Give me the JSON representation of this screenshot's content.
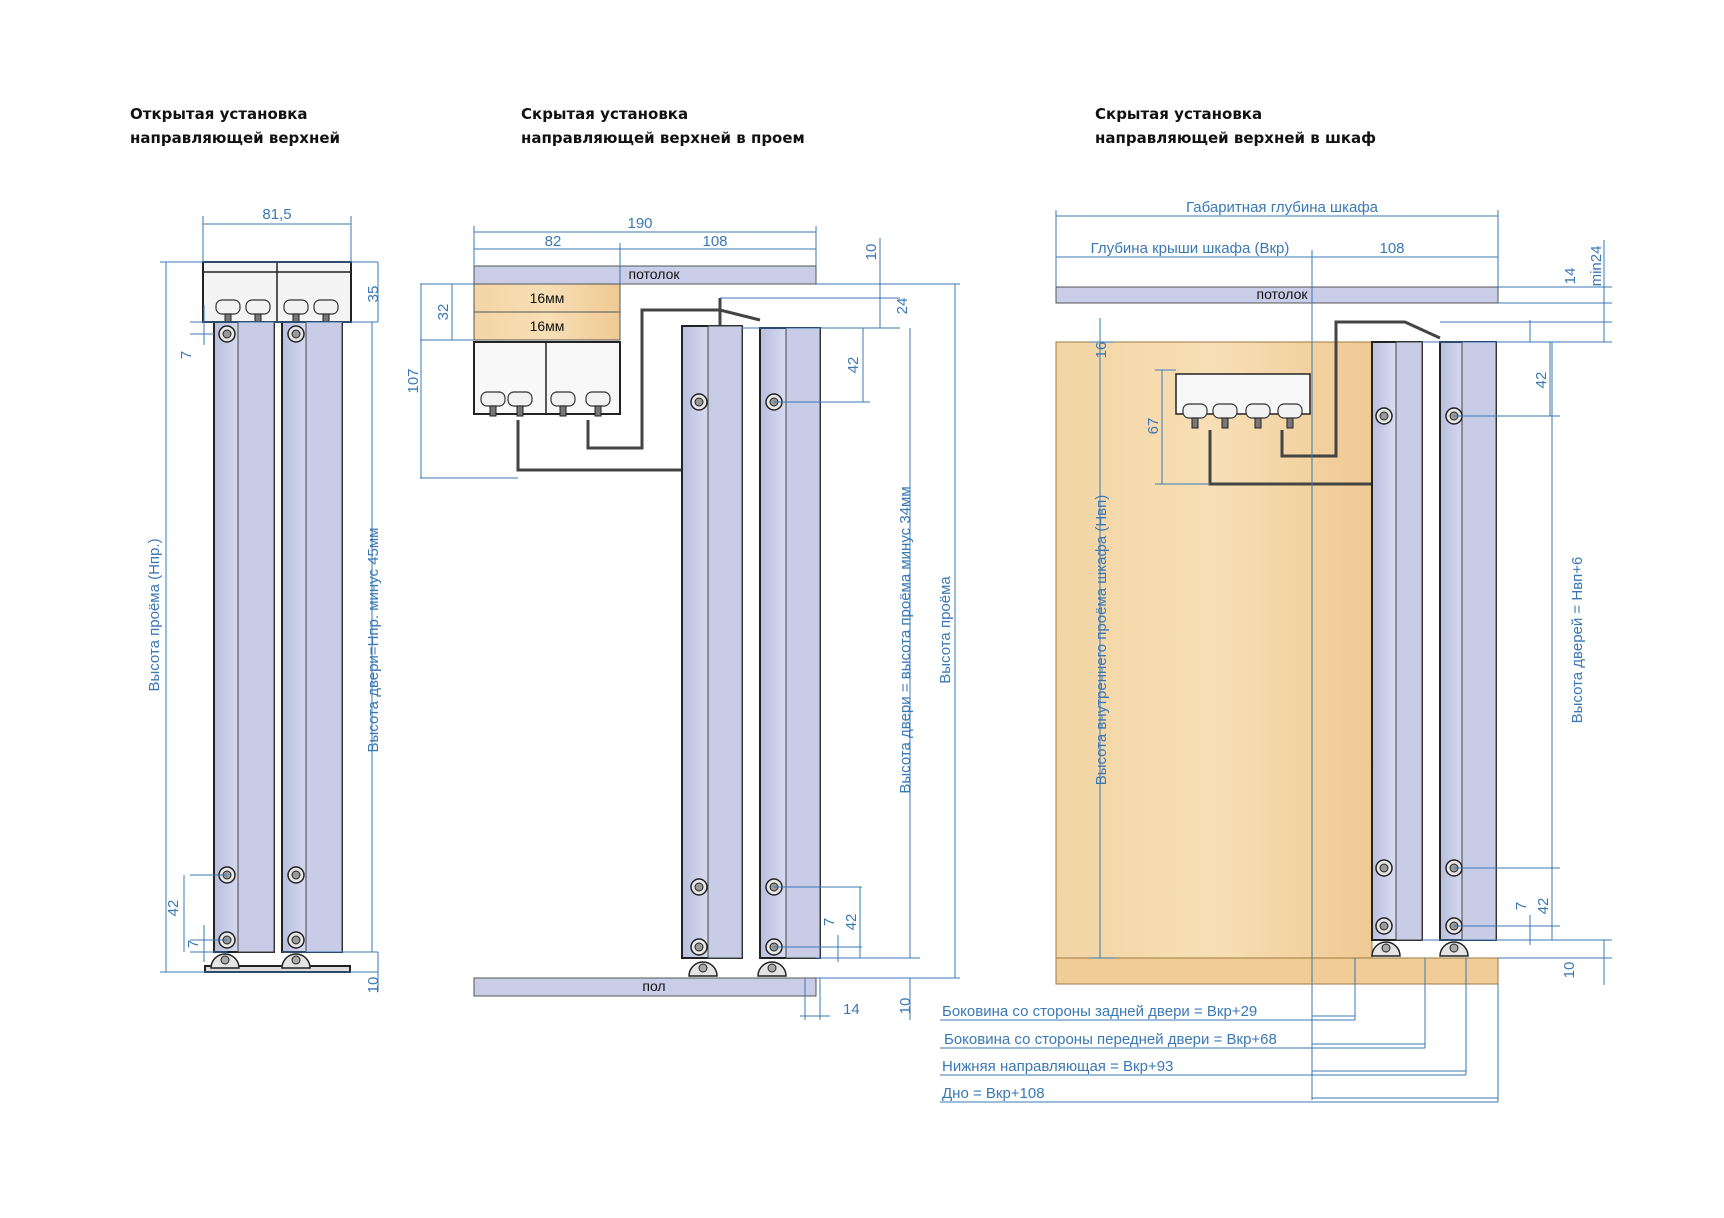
{
  "titles": {
    "open": {
      "line1": "Открытая установка",
      "line2": "направляющей верхней"
    },
    "hidden_opening": {
      "line1": "Скрытая установка",
      "line2": "направляющей верхней в проем"
    },
    "hidden_cabinet": {
      "line1": "Скрытая установка",
      "line2": "направляющей верхней в шкаф"
    }
  },
  "colors": {
    "dimension": "#3a78b5",
    "panel": "#c9cde8",
    "wood": "#f1cf9c",
    "ceiling": "#c9cde8"
  },
  "d1": {
    "w81": "81,5",
    "d35": "35",
    "d7a": "7",
    "d42": "42",
    "d7b": "7",
    "d10": "10",
    "h_open": "Высота проёма (Нпр.)",
    "h_door": "Высота двери=Нпр. минус 45мм"
  },
  "d2": {
    "d190": "190",
    "d82": "82",
    "d108": "108",
    "d10a": "10",
    "d24": "24",
    "d32": "32",
    "d107": "107",
    "d42a": "42",
    "d7": "7",
    "d42b": "42",
    "d14": "14",
    "d10b": "10",
    "ceiling": "потолок",
    "floor": "пол",
    "board1": "16мм",
    "board2": "16мм",
    "h_door": "Высота двери = высота проёма минус 34мм",
    "h_open": "Высота проёма"
  },
  "d3": {
    "depth_total": "Габаритная глубина шкафа",
    "roof_depth": "Глубина крыши шкафа (Вкр)",
    "d108": "108",
    "d14": "14",
    "dmin24": "min24",
    "d16": "16",
    "d67": "67",
    "d42a": "42",
    "d7": "7",
    "d42b": "42",
    "d10": "10",
    "ceiling": "потолок",
    "h_inner": "Высота внутреннего проёма шкафа (Нвп)",
    "h_doors": "Высота дверей = Нвп+6",
    "side_back": "Боковина со стороны задней двери = Вкр+29",
    "side_front": "Боковина со стороны передней двери = Вкр+68",
    "bottom_rail": "Нижняя направляющая = Вкр+93",
    "bottom": "Дно = Вкр+108"
  }
}
